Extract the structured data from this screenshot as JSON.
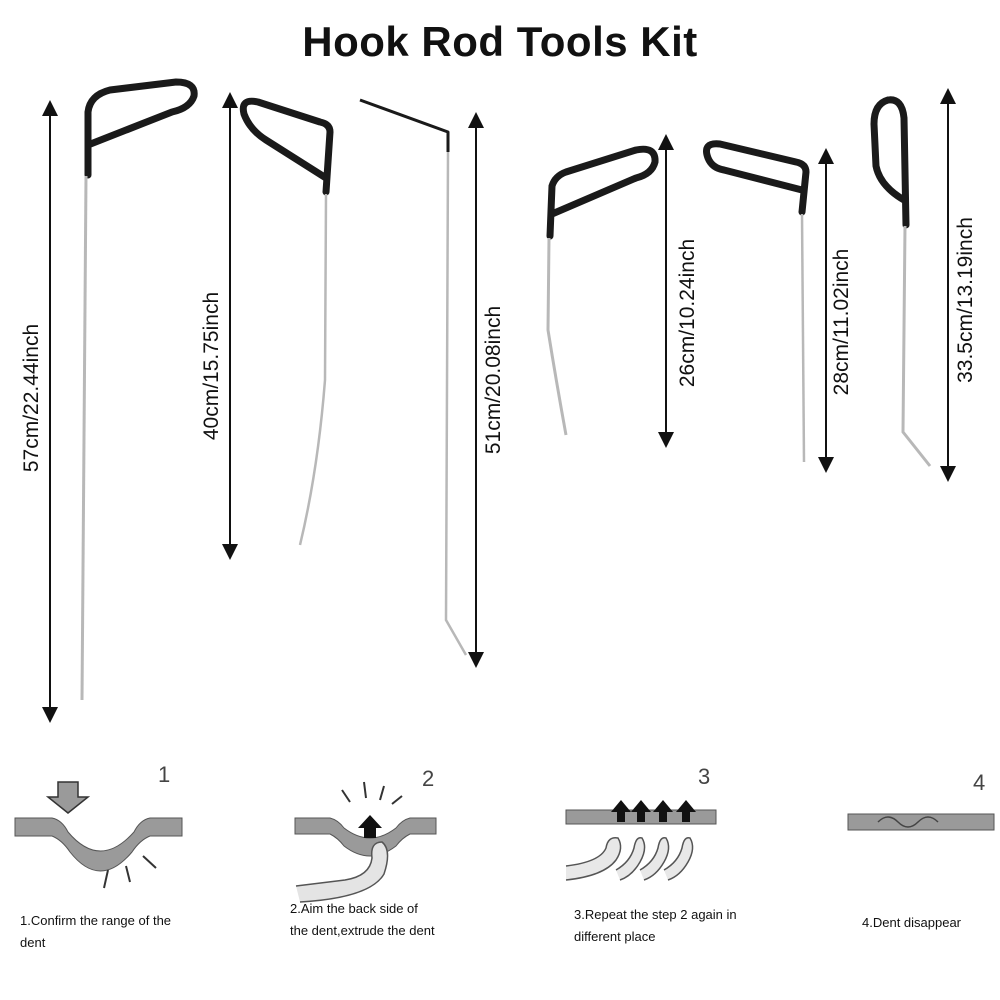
{
  "title": "Hook Rod Tools Kit",
  "tools": [
    {
      "dimension": "57cm/22.44inch"
    },
    {
      "dimension": "40cm/15.75inch"
    },
    {
      "dimension": "51cm/20.08inch"
    },
    {
      "dimension": "26cm/10.24inch"
    },
    {
      "dimension": "28cm/11.02inch"
    },
    {
      "dimension": "33.5cm/13.19inch"
    }
  ],
  "steps": [
    {
      "number": "1",
      "line1": "1.Confirm the range of the",
      "line2": "dent"
    },
    {
      "number": "2",
      "line1": "2.Aim the back side of",
      "line2": "the dent,extrude the dent"
    },
    {
      "number": "3",
      "line1": "3.Repeat the step 2 again in",
      "line2": "different place"
    },
    {
      "number": "4",
      "line1": "4.Dent  disappear",
      "line2": ""
    }
  ]
}
